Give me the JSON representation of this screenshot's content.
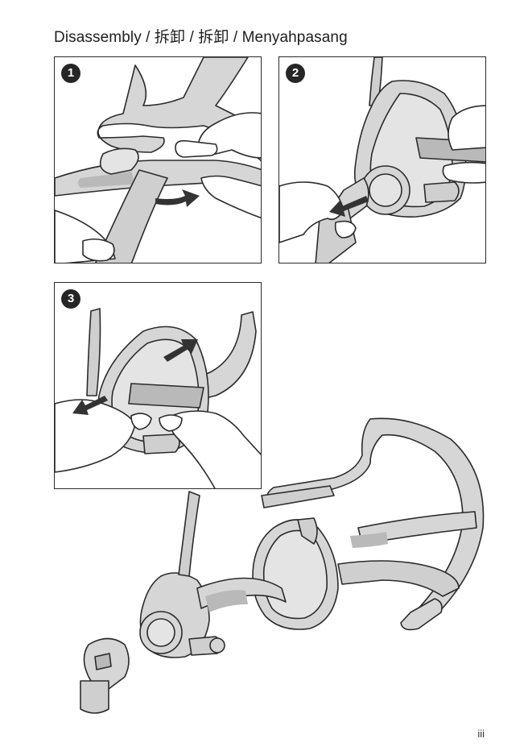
{
  "page": {
    "title": "Disassembly / 拆卸 / 拆卸 / Menyahpasang",
    "page_number": "iii"
  },
  "steps": [
    {
      "number": "1"
    },
    {
      "number": "2"
    },
    {
      "number": "3"
    }
  ],
  "colors": {
    "outline": "#2b2b2b",
    "frame_fill": "#d6d6d6",
    "strap_fill": "#cfcfcf",
    "highlight": "#b9b9b9",
    "arrow": "#333333"
  }
}
